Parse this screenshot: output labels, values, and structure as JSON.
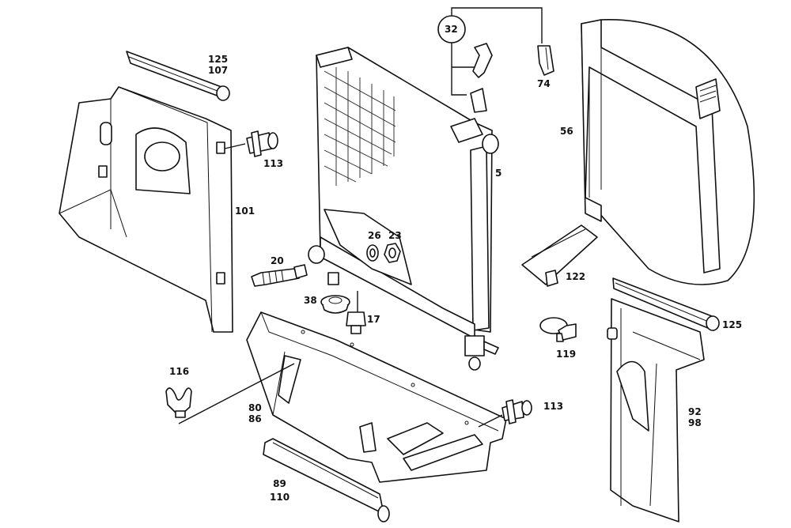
{
  "diagram": {
    "type": "exploded-parts-view",
    "subject": "radiator and fan shroud assembly",
    "line_color": "#111111",
    "background": "#ffffff"
  },
  "callouts": {
    "p125_107": [
      "125",
      "107"
    ],
    "p113_left": [
      "113"
    ],
    "p101": [
      "101"
    ],
    "p32": "32",
    "p74": [
      "74"
    ],
    "p5": [
      "5"
    ],
    "p56": [
      "56"
    ],
    "p26": [
      "26"
    ],
    "p23": [
      "23"
    ],
    "p20": [
      "20"
    ],
    "p38": [
      "38"
    ],
    "p17": [
      "17"
    ],
    "p122": [
      "122"
    ],
    "p125_right": [
      "125"
    ],
    "p119": [
      "119"
    ],
    "p116": [
      "116"
    ],
    "p80_86": [
      "80",
      "86"
    ],
    "p113_right": [
      "113"
    ],
    "p92_98": [
      "92",
      "98"
    ],
    "p89_110": [
      "89",
      "110"
    ]
  }
}
